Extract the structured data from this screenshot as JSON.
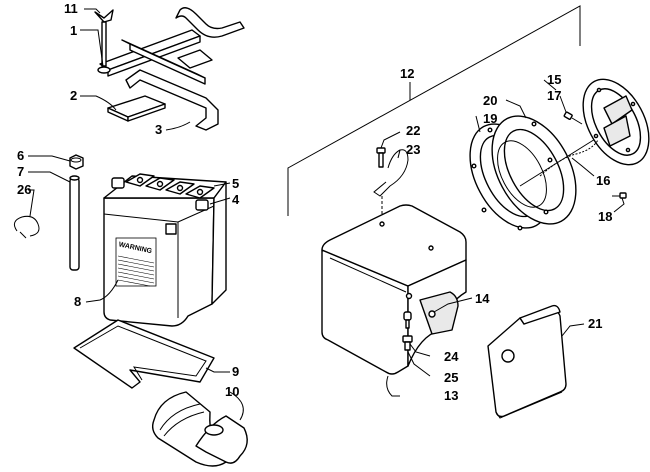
{
  "diagram": {
    "battery_warning_label": "WARNING",
    "callouts": {
      "c1": "1",
      "c2": "2",
      "c3": "3",
      "c4": "4",
      "c5": "5",
      "c6": "6",
      "c7": "7",
      "c8": "8",
      "c9": "9",
      "c10": "10",
      "c11": "11",
      "c12": "12",
      "c13": "13",
      "c14": "14",
      "c15": "15",
      "c16": "16",
      "c17": "17",
      "c18": "18",
      "c19": "19",
      "c20": "20",
      "c21": "21",
      "c22": "22",
      "c23": "23",
      "c24": "24",
      "c25": "25",
      "c26": "26"
    }
  }
}
